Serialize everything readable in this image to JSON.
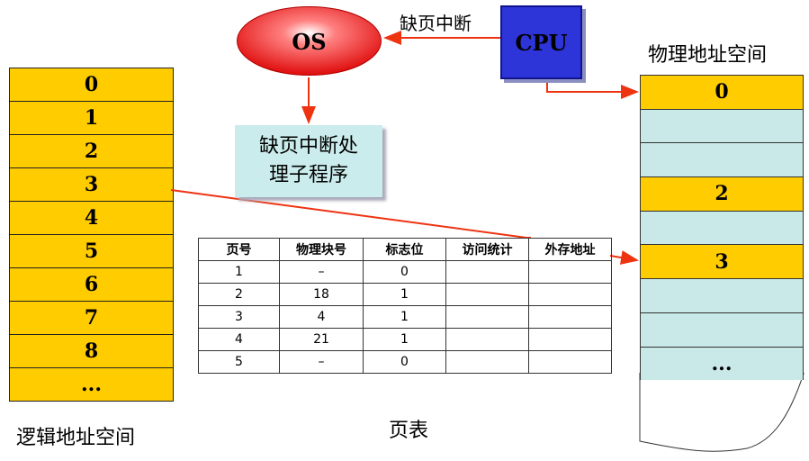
{
  "logical_space": {
    "cells": [
      "0",
      "1",
      "2",
      "3",
      "4",
      "5",
      "6",
      "7",
      "8",
      "..."
    ],
    "caption": "逻辑地址空间"
  },
  "os": {
    "label": "OS"
  },
  "cpu": {
    "label": "CPU"
  },
  "interrupt_label": "缺页中断",
  "handler": {
    "line1": "缺页中断处",
    "line2": "理子程序"
  },
  "page_table": {
    "headers": [
      "页号",
      "物理块号",
      "标志位",
      "访问统计",
      "外存地址"
    ],
    "rows": [
      [
        "1",
        "–",
        "0",
        "",
        ""
      ],
      [
        "2",
        "18",
        "1",
        "",
        ""
      ],
      [
        "3",
        "4",
        "1",
        "",
        ""
      ],
      [
        "4",
        "21",
        "1",
        "",
        ""
      ],
      [
        "5",
        "–",
        "0",
        "",
        ""
      ]
    ],
    "caption": "页表"
  },
  "physical_space": {
    "title": "物理地址空间",
    "cells": [
      "0",
      "",
      "",
      "2",
      "",
      "3",
      "",
      "",
      "...",
      ""
    ]
  },
  "colors": {
    "page": "#ffcc00",
    "free_frame": "#c9e8e8",
    "arrow": "#ee3311",
    "cpu": "#2d34d8",
    "os": "#e81010"
  }
}
